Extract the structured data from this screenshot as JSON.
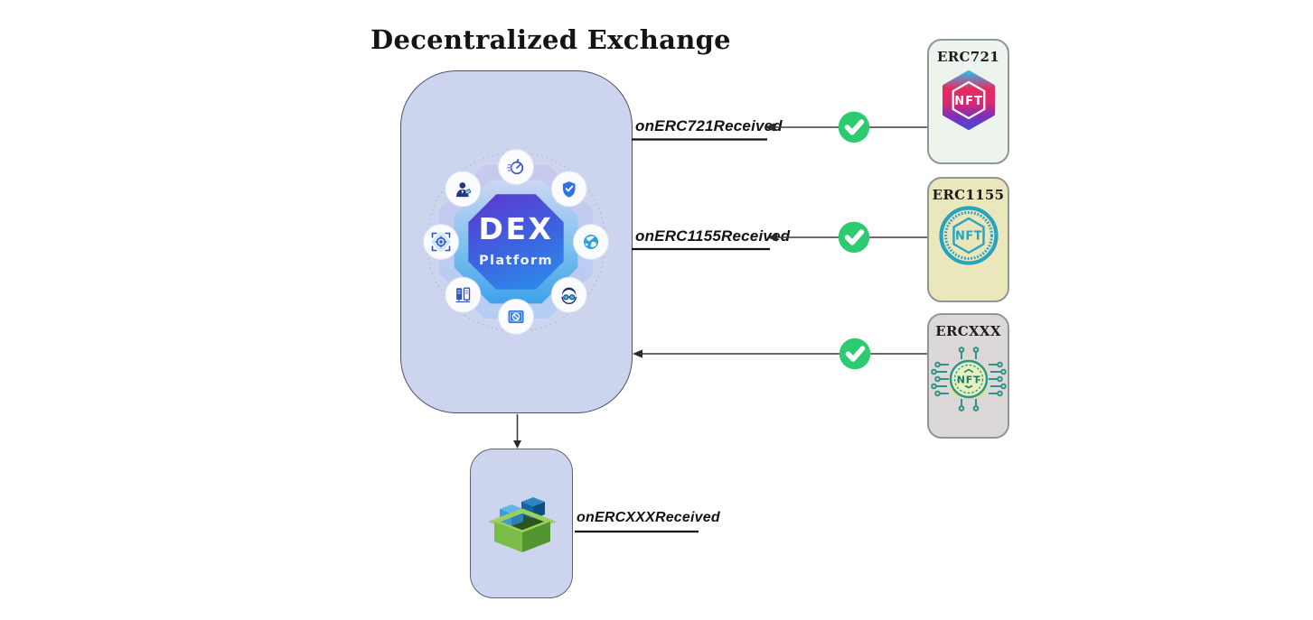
{
  "title": "Decentralized Exchange",
  "dex_platform": {
    "name": "DEX",
    "subtitle": "Platform",
    "feature_icons": [
      "speed-icon",
      "shield-check-icon",
      "globe-icon",
      "support-person-icon",
      "no-entry-icon",
      "servers-icon",
      "target-gear-icon",
      "trader-icon"
    ]
  },
  "token_cards": [
    {
      "label": "ERC721",
      "logo": "nft-hexagon-gradient-logo",
      "logo_text": "NFT",
      "bg_color": "#edf3ed"
    },
    {
      "label": "ERC1155",
      "logo": "nft-coin-logo",
      "logo_text": "NFT",
      "bg_color": "#ebe7bd"
    },
    {
      "label": "ERCXXX",
      "logo": "nft-circuit-logo",
      "logo_text": "NFT",
      "bg_color": "#dcd8d7"
    }
  ],
  "callbacks": {
    "erc721": "onERC721Received",
    "erc1155": "onERC1155Received",
    "ercxxx": "onERCXXXReceived"
  },
  "status": {
    "icon": "check-circle-icon",
    "color": "#2dcb70"
  },
  "receiver": {
    "icon": "module-box-icon"
  },
  "colors": {
    "dex_box_fill": "#cdd4ee",
    "dex_box_border": "#4a5065",
    "arrow": "#3c3c3c",
    "label_text": "#121212",
    "check_green": "#2dcb70",
    "erc721_card_bg": "#edf3ed",
    "erc1155_card_bg": "#ebe7bd",
    "ercxxx_card_bg": "#dcd8d7",
    "octagon_indigo": "#5640d6",
    "octagon_blue": "#2e7fe6"
  }
}
